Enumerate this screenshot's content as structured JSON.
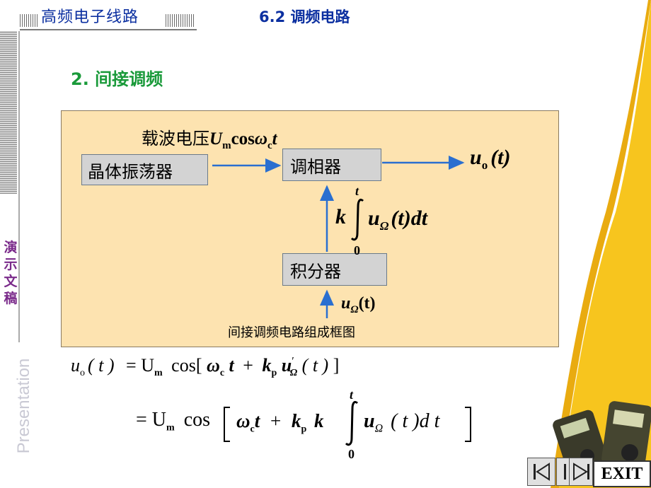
{
  "header": {
    "course_title": "高频电子线路",
    "section_title": "6.2  调频电路"
  },
  "side": {
    "vertical_chars": [
      "演",
      "示",
      "文",
      "稿"
    ],
    "watermark": "Presentation"
  },
  "heading": "2.  间接调频",
  "diagram": {
    "carrier_label_prefix": "载波电压",
    "carrier_U": "U",
    "carrier_m": "m",
    "carrier_cos": "cos",
    "carrier_omega": "ω",
    "carrier_c": "c",
    "carrier_t": "t",
    "oscillator_label": "晶体振荡器",
    "phase_modulator_label": "调相器",
    "integrator_label": "积分器",
    "output_label": "u",
    "output_sub": "o",
    "output_arg": "(t)",
    "integral_k": "k",
    "integral_upper": "t",
    "integral_lower": "0",
    "integral_body": "u",
    "integral_body_sub": "Ω",
    "integral_body_rest": "(t)dt",
    "input_label": "u",
    "input_sub": "Ω",
    "input_arg": "(t)",
    "caption": "间接调频电路组成框图"
  },
  "equations": {
    "line1_lhs": "u",
    "line1_lhs_sub": "o",
    "line1_lhs_arg": "( t )",
    "line1_rhs": "= U",
    "line1_rhs_sub": "m",
    "line1_cos": "cos[",
    "line1_omega": "ω",
    "line1_omega_sub": "c",
    "line1_t": "t",
    "line1_plus": "+",
    "line1_k": "k",
    "line1_k_sub": "p",
    "line1_u": "u",
    "line1_u_sub": "Ω",
    "line1_prime": "′",
    "line1_arg": "( t )",
    "line1_close": "]",
    "line2_eq": "= U",
    "line2_sub": "m",
    "line2_cos": "cos",
    "line2_omega": "ω",
    "line2_omega_sub": "c",
    "line2_t": "t",
    "line2_plus": "+",
    "line2_k": "k",
    "line2_k_sub": "p",
    "line2_k2": "k",
    "line2_upper": "t",
    "line2_lower": "0",
    "line2_u": "u",
    "line2_u_sub": "Ω",
    "line2_rest": "( t )d t"
  },
  "nav": {
    "exit_label": "EXIT"
  },
  "colors": {
    "header_blue": "#0b2fa0",
    "heading_green": "#1a9a3a",
    "diagram_bg": "#fde3b0",
    "arrow_blue": "#2a6fd0"
  }
}
